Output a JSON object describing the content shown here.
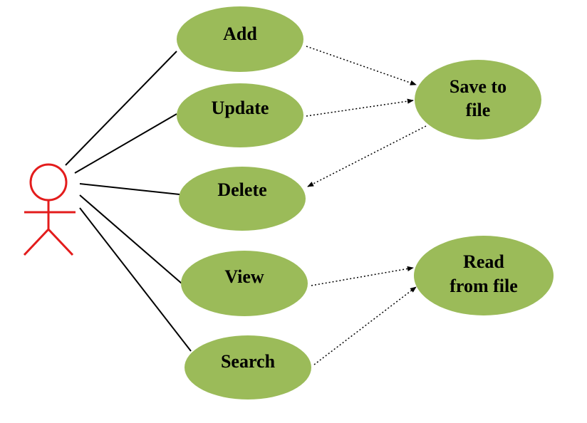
{
  "diagram": {
    "colors": {
      "usecase_fill": "#9BBB59",
      "actor_stroke": "#E31C1C",
      "line": "#000000",
      "background": "#FFFFFF"
    },
    "use_cases": {
      "add": {
        "lines": [
          "Add"
        ]
      },
      "update": {
        "lines": [
          "Update"
        ]
      },
      "delete": {
        "lines": [
          "Delete"
        ]
      },
      "view": {
        "lines": [
          "View"
        ]
      },
      "search": {
        "lines": [
          "Search"
        ]
      },
      "save_to_file": {
        "lines": [
          "Save to",
          "file"
        ]
      },
      "read_from_file": {
        "lines": [
          "Read",
          "from file"
        ]
      }
    },
    "associations": [
      {
        "from": "actor",
        "to": "add"
      },
      {
        "from": "actor",
        "to": "update"
      },
      {
        "from": "actor",
        "to": "delete"
      },
      {
        "from": "actor",
        "to": "view"
      },
      {
        "from": "actor",
        "to": "search"
      }
    ],
    "dependencies": [
      {
        "from": "add",
        "to": "save_to_file"
      },
      {
        "from": "update",
        "to": "save_to_file"
      },
      {
        "from": "save_to_file",
        "to": "delete"
      },
      {
        "from": "view",
        "to": "read_from_file"
      },
      {
        "from": "search",
        "to": "read_from_file"
      }
    ]
  }
}
